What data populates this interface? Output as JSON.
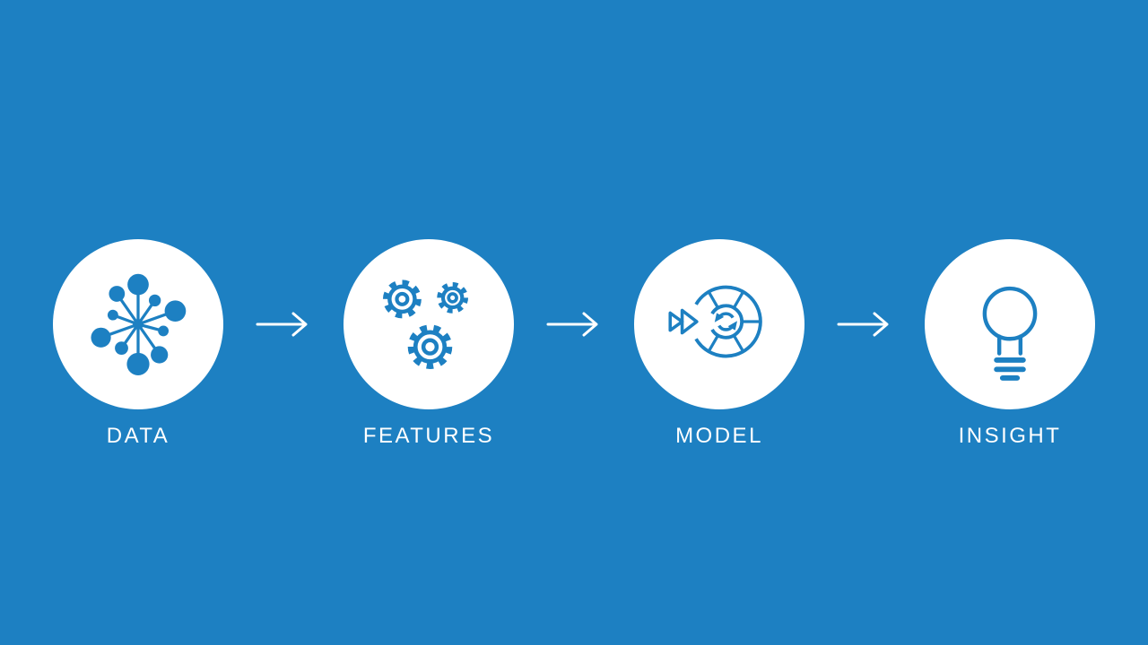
{
  "colors": {
    "background": "#1d80c2",
    "circle": "#ffffff",
    "icon": "#1d80c2",
    "text": "#ffffff",
    "arrow": "#ffffff"
  },
  "pipeline": {
    "steps": [
      {
        "label": "DATA",
        "icon": "data-network-icon"
      },
      {
        "label": "FEATURES",
        "icon": "gears-icon"
      },
      {
        "label": "MODEL",
        "icon": "model-wheel-icon"
      },
      {
        "label": "INSIGHT",
        "icon": "lightbulb-icon"
      }
    ],
    "connector_icon": "arrow-right-icon"
  }
}
